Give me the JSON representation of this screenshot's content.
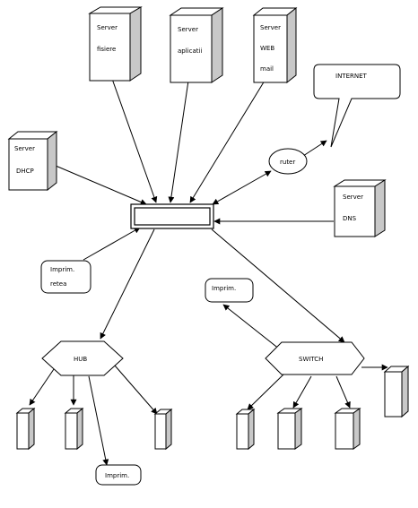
{
  "servers": {
    "files": {
      "line1": "Server",
      "line2": "fisiere"
    },
    "apps": {
      "line1": "Server",
      "line2": "aplicatii"
    },
    "web": {
      "line1": "Server",
      "line2": "WEB",
      "line3": "mail"
    },
    "dhcp": {
      "line1": "Server",
      "line2": "DHCP"
    },
    "dns": {
      "line1": "Server",
      "line2": "DNS"
    }
  },
  "internet": "INTERNET",
  "router": "ruter",
  "network_printer": {
    "line1": "Imprim.",
    "line2": "retea"
  },
  "printer_top": "Imprim.",
  "printer_bottom": "Imprim.",
  "hub": "HUB",
  "switch": "SWITCH"
}
